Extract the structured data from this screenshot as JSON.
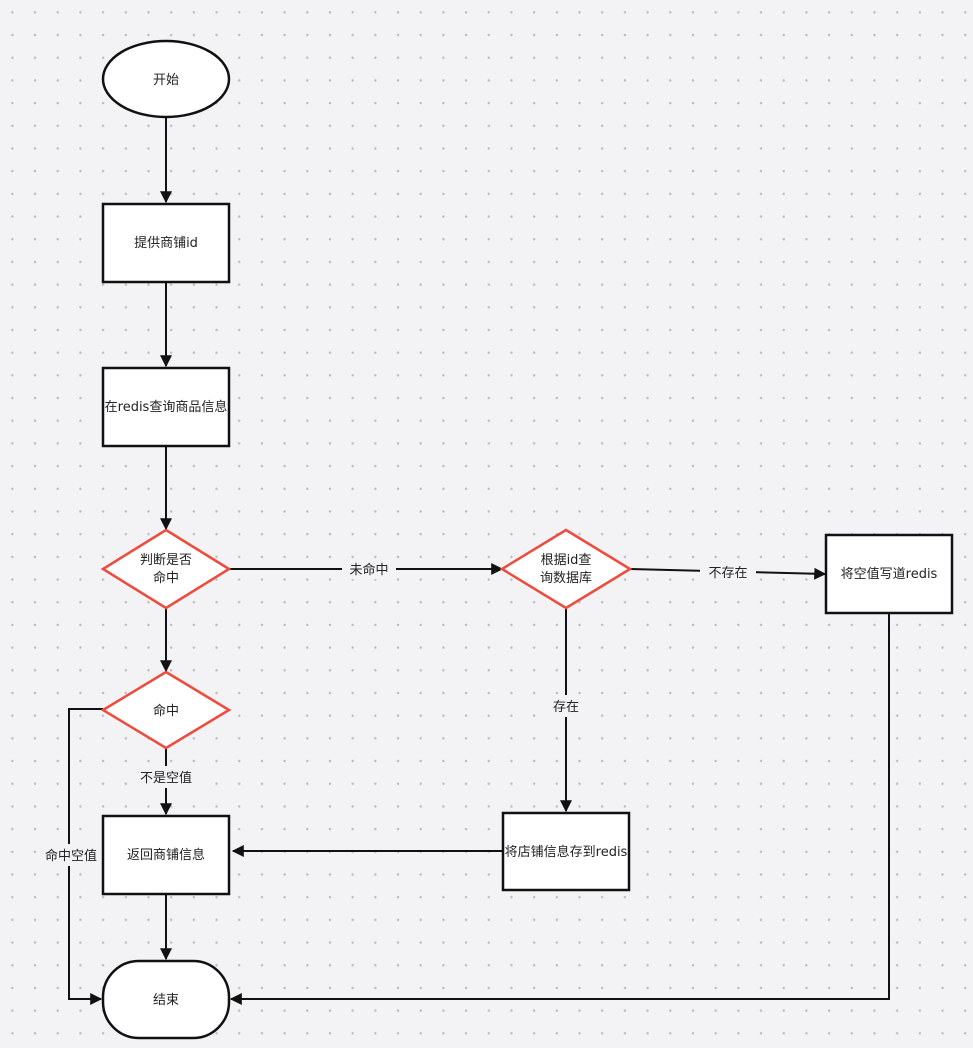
{
  "nodes": {
    "start": "开始",
    "provide_id": "提供商铺id",
    "query_redis": "在redis查询商品信息",
    "judge_hit_1": "判断是否",
    "judge_hit_2": "命中",
    "hit": "命中",
    "query_db_1": "根据id查",
    "query_db_2": "询数据库",
    "write_null": "将空值写道redis",
    "save_redis": "将店铺信息存到redis",
    "return_info": "返回商铺信息",
    "end": "结束"
  },
  "edges": {
    "miss": "未命中",
    "not_exist": "不存在",
    "exist": "存在",
    "not_null": "不是空值",
    "hit_null": "命中空值"
  }
}
